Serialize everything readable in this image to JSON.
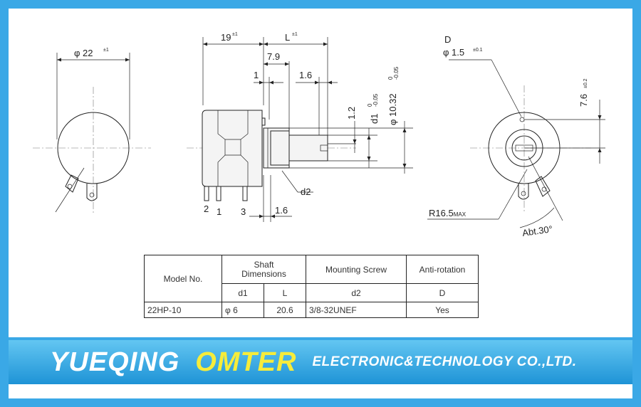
{
  "dims": {
    "body_dia": "φ 22",
    "body_dia_tol": "±1",
    "body_len": "19",
    "body_len_tol": "±1",
    "shaft_len": "L",
    "shaft_len_tol": "±1",
    "bush_len": "7.9",
    "thread_gap": "1",
    "flat_len": "1.6",
    "pin_len": "1.6",
    "flat_h": "1.2",
    "d1": "d1",
    "d1_tol_upper": "0",
    "d1_tol_lower": "-0.05",
    "dia_1032": "φ 10.32",
    "dia_1032_tol_upper": "0",
    "dia_1032_tol_lower": "-0.05",
    "d2": "d2",
    "pin_labels": [
      "2",
      "1",
      "3"
    ],
    "D": "D",
    "hole_dia": "φ 1.5",
    "hole_dia_tol": "±0.1",
    "hole_offset": "7.6",
    "hole_offset_tol": "±0.2",
    "radius": "R16.5",
    "radius_suffix": "MAX",
    "angle": "Abt.30°"
  },
  "table": {
    "h_model": "Model No.",
    "h_shaft": "Shaft\nDimensions",
    "h_screw": "Mounting Screw",
    "h_anti": "Anti-rotation",
    "sub_d1": "d1",
    "sub_L": "L",
    "sub_d2": "d2",
    "sub_D": "D",
    "row": {
      "model": "22HP-10",
      "d1": "φ 6",
      "L": "20.6",
      "d2": "3/8-32UNEF",
      "D": "Yes"
    }
  },
  "banner": {
    "brand1": "YUEQING",
    "brand2": "OMTER",
    "brand3": "ELECTRONIC&TECHNOLOGY  CO.,LTD."
  },
  "colors": {
    "frame": "#3aa8e6",
    "banner_top": "#63c6f2",
    "banner_bottom": "#1e93d6",
    "brand_yellow": "#f6ec3b"
  }
}
